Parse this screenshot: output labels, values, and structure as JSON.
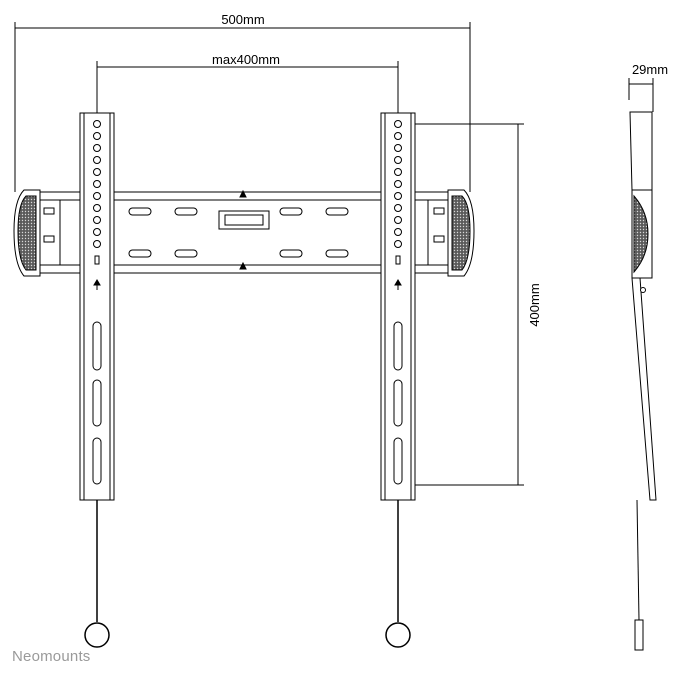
{
  "dimensions": {
    "overall_width": "500mm",
    "hole_spacing_width": "max400mm",
    "hole_spacing_height": "400mm",
    "depth": "29mm"
  },
  "brand": {
    "name": "Neomounts"
  },
  "colors": {
    "line": "#000000",
    "pad": "#777777",
    "brand": "#9a9a9a"
  }
}
